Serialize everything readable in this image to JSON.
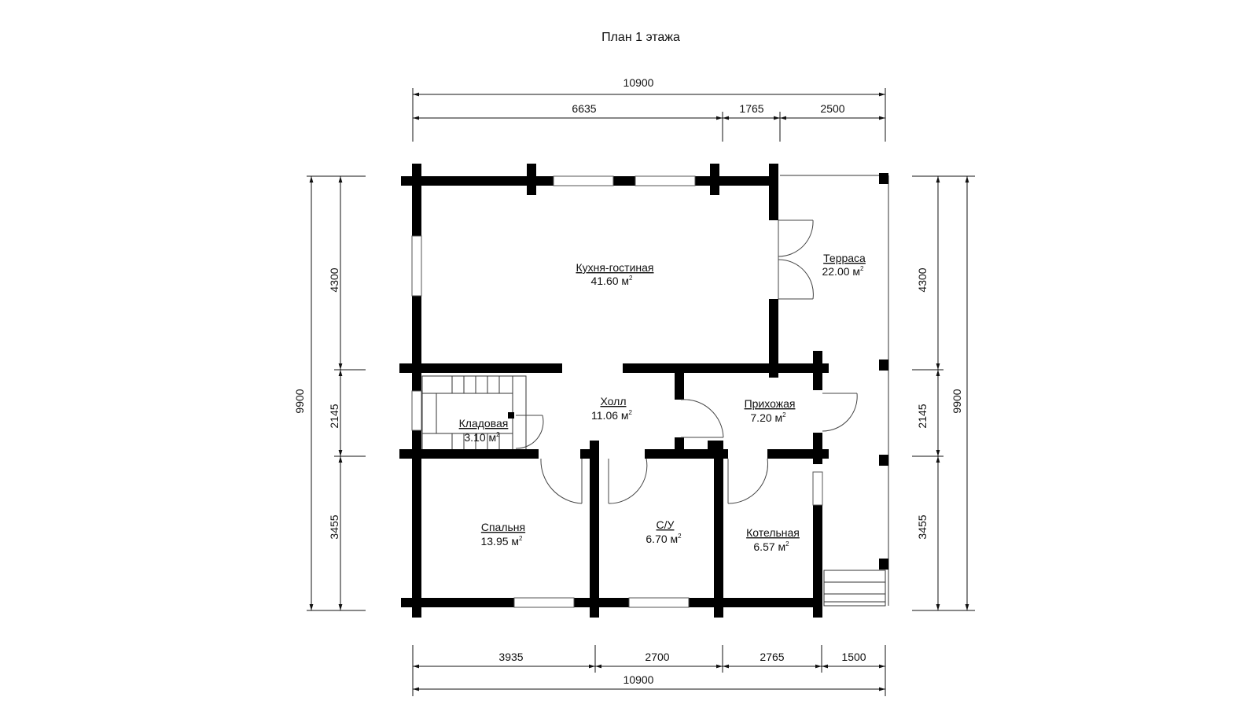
{
  "title": "План 1 этажа",
  "dimensions": {
    "top_total": "10900",
    "top_segments": [
      "6635",
      "1765",
      "2500"
    ],
    "bottom_segments": [
      "3935",
      "2700",
      "2765",
      "1500"
    ],
    "bottom_total": "10900",
    "left_total": "9900",
    "left_segments": [
      "4300",
      "2145",
      "3455"
    ],
    "right_segments": [
      "4300",
      "2145",
      "3455"
    ],
    "right_total": "9900"
  },
  "rooms": [
    {
      "name": "Кухня-гостиная",
      "area": "41.60 м",
      "unit_sup": "2"
    },
    {
      "name": "Терраса",
      "area": "22.00 м",
      "unit_sup": "2"
    },
    {
      "name": "Холл",
      "area": "11.06 м",
      "unit_sup": "2"
    },
    {
      "name": "Прихожая",
      "area": "7.20 м",
      "unit_sup": "2"
    },
    {
      "name": "Кладовая",
      "area": "3.10 м",
      "unit_sup": "2"
    },
    {
      "name": "Спальня",
      "area": "13.95 м",
      "unit_sup": "2"
    },
    {
      "name": "С/У",
      "area": "6.70 м",
      "unit_sup": "2"
    },
    {
      "name": "Котельная",
      "area": "6.57 м",
      "unit_sup": "2"
    }
  ]
}
